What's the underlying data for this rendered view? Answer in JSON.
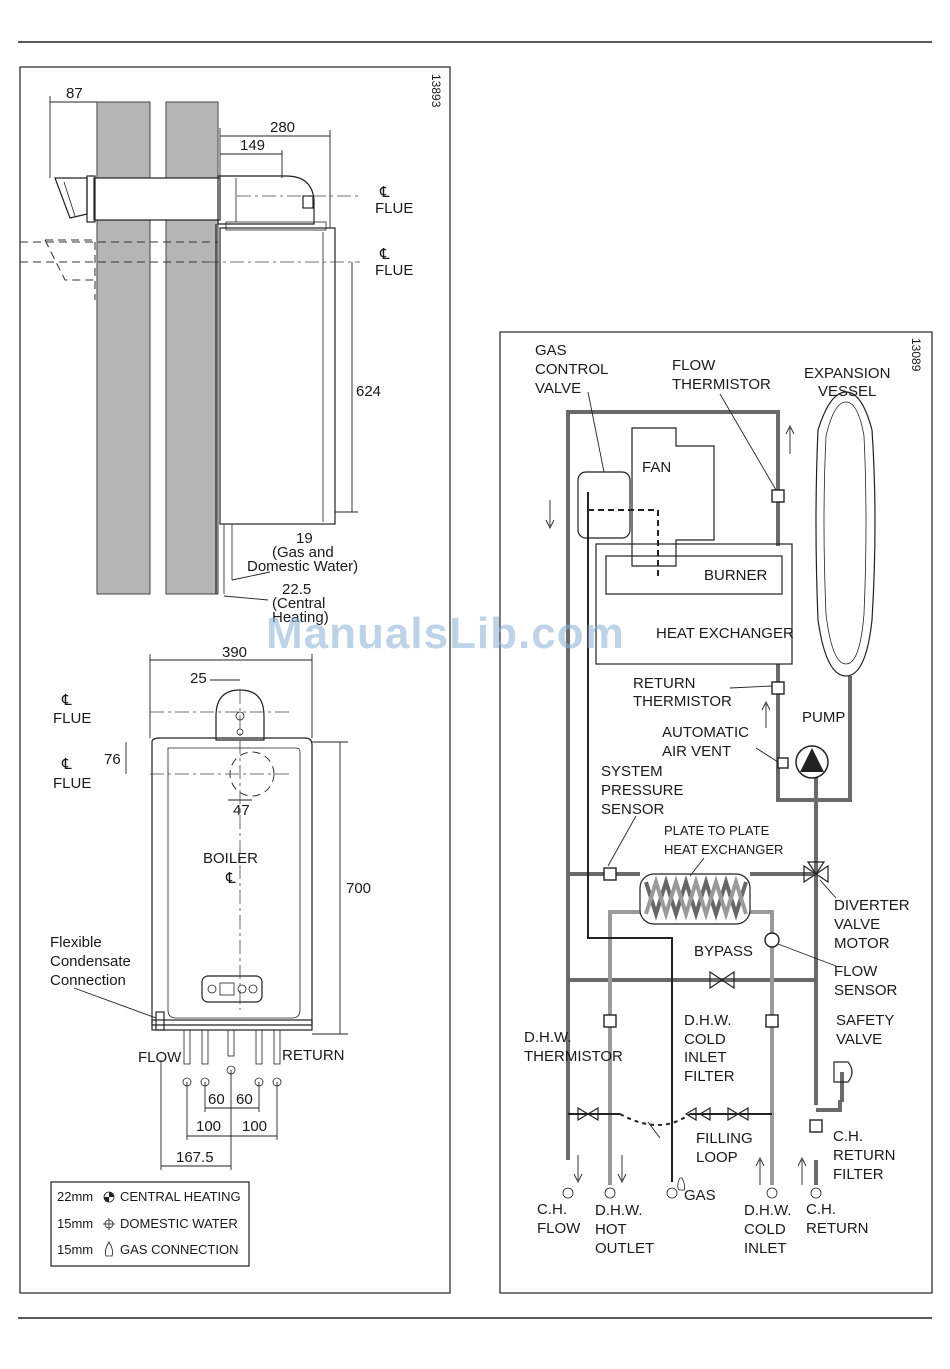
{
  "watermark": "ManualsLib.com",
  "left_panel": {
    "figure_code": "13893",
    "side_view": {
      "dim_87": "87",
      "dim_280": "280",
      "dim_149": "149",
      "flue_label_1": "FLUE",
      "flue_label_2": "FLUE",
      "dim_624": "624",
      "dim_19": "19",
      "gas_dw_note_1": "(Gas and",
      "gas_dw_note_2": "Domestic Water)",
      "dim_22_5": "22.5",
      "ch_note_1": "(Central",
      "ch_note_2": "Heating)"
    },
    "front_view": {
      "dim_390": "390",
      "dim_25": "25",
      "flue_label_1": "FLUE",
      "flue_label_2": "FLUE",
      "dim_76": "76",
      "dim_47": "47",
      "boiler_label": "BOILER",
      "dim_700": "700",
      "condensate_1": "Flexible",
      "condensate_2": "Condensate",
      "condensate_3": "Connection",
      "flow_label": "FLOW",
      "return_label": "RETURN",
      "dim_60a": "60",
      "dim_60b": "60",
      "dim_100a": "100",
      "dim_100b": "100",
      "dim_167_5": "167.5"
    },
    "legend": [
      {
        "size": "22mm",
        "label": "CENTRAL HEATING"
      },
      {
        "size": "15mm",
        "label": "DOMESTIC WATER"
      },
      {
        "size": "15mm",
        "label": "GAS CONNECTION"
      }
    ]
  },
  "right_panel": {
    "figure_code": "13089",
    "gas_control_valve": [
      "GAS",
      "CONTROL",
      "VALVE"
    ],
    "flow_thermistor": [
      "FLOW",
      "THERMISTOR"
    ],
    "expansion_vessel": [
      "EXPANSION",
      "VESSEL"
    ],
    "fan": "FAN",
    "burner": "BURNER",
    "heat_exchanger": "HEAT EXCHANGER",
    "return_thermistor": [
      "RETURN",
      "THERMISTOR"
    ],
    "pump": "PUMP",
    "automatic_air_vent": [
      "AUTOMATIC",
      "AIR VENT"
    ],
    "system_pressure_sensor": [
      "SYSTEM",
      "PRESSURE",
      "SENSOR"
    ],
    "plate_heat_exchanger": [
      "PLATE TO PLATE",
      "HEAT EXCHANGER"
    ],
    "diverter_valve": [
      "DIVERTER",
      "VALVE",
      "MOTOR"
    ],
    "bypass": "BYPASS",
    "flow_sensor": [
      "FLOW",
      "SENSOR"
    ],
    "dhw_thermistor": [
      "D.H.W.",
      "THERMISTOR"
    ],
    "dhw_cold_inlet_filter": [
      "D.H.W.",
      "COLD",
      "INLET",
      "FILTER"
    ],
    "safety_valve": [
      "SAFETY",
      "VALVE"
    ],
    "filling_loop": [
      "FILLING",
      "LOOP"
    ],
    "ch_return_filter": [
      "C.H.",
      "RETURN",
      "FILTER"
    ],
    "ch_flow": [
      "C.H.",
      "FLOW"
    ],
    "dhw_hot_outlet": [
      "D.H.W.",
      "HOT",
      "OUTLET"
    ],
    "gas": "GAS",
    "dhw_cold_inlet": [
      "D.H.W.",
      "COLD",
      "INLET"
    ],
    "ch_return": [
      "C.H.",
      "RETURN"
    ]
  }
}
